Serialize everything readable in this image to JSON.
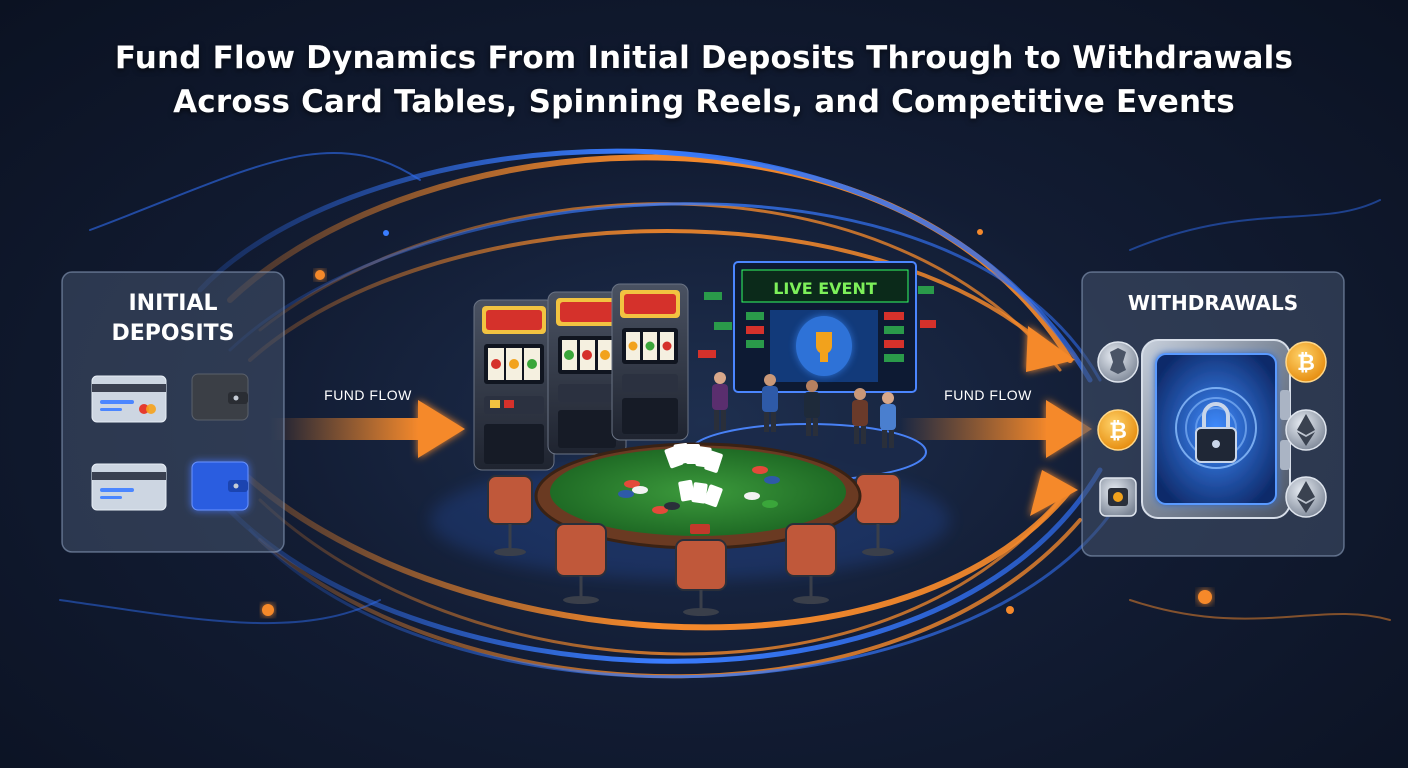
{
  "title": {
    "line1": "Fund Flow Dynamics From Initial Deposits Through to Withdrawals",
    "line2": "Across Card Tables, Spinning Reels, and Competitive Events"
  },
  "deposits": {
    "title_line1": "INITIAL",
    "title_line2": "DEPOSITS",
    "items": [
      "credit-card-icon",
      "wallet-icon",
      "credit-card-icon",
      "wallet-icon"
    ]
  },
  "withdrawals": {
    "title": "WITHDRAWALS",
    "items": [
      "payout-icon",
      "bitcoin-icon",
      "bitcoin-icon",
      "ethereum-icon",
      "payout-icon",
      "ethereum-icon"
    ],
    "center_icon": "vault-lock-icon"
  },
  "flow": {
    "left_label": "FUND FLOW",
    "right_label": "FUND FLOW"
  },
  "center": {
    "live_screen": "LIVE EVENT",
    "elements": [
      "slot-machine-icon",
      "slot-machine-icon",
      "slot-machine-icon",
      "poker-table-icon",
      "live-event-screen-icon",
      "players-icon"
    ]
  },
  "colors": {
    "orange": "#f5892b",
    "blue": "#2e6cf0",
    "bg": "#121c33",
    "panel_border": "#96aac8",
    "neon_green": "#7df05a",
    "bitcoin": "#f7a11a"
  }
}
